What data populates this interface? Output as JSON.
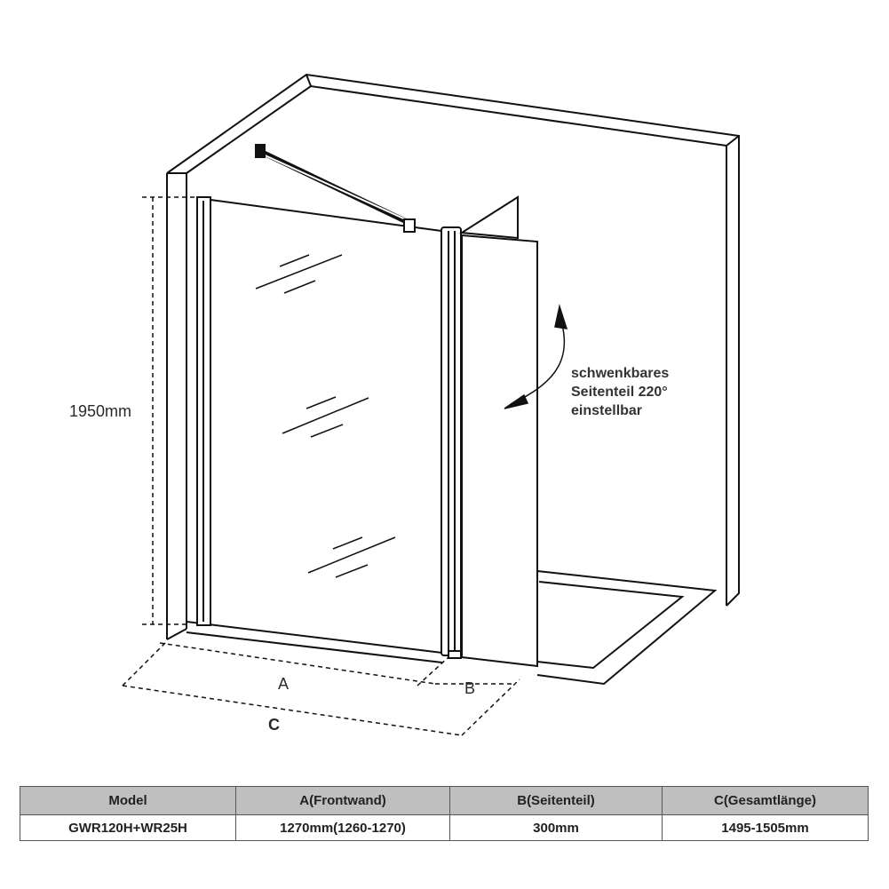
{
  "dimensions": {
    "height": "1950mm",
    "a": "A",
    "b": "B",
    "c": "C"
  },
  "note": {
    "line1": "schwenkbares",
    "line2": "Seitenteil 220°",
    "line3": "einstellbar"
  },
  "table": {
    "headers": [
      "Model",
      "A(Frontwand)",
      "B(Seitenteil)",
      "C(Gesamtlänge)"
    ],
    "row": [
      "GWR120H+WR25H",
      "1270mm(1260-1270)",
      "300mm",
      "1495-1505mm"
    ]
  }
}
